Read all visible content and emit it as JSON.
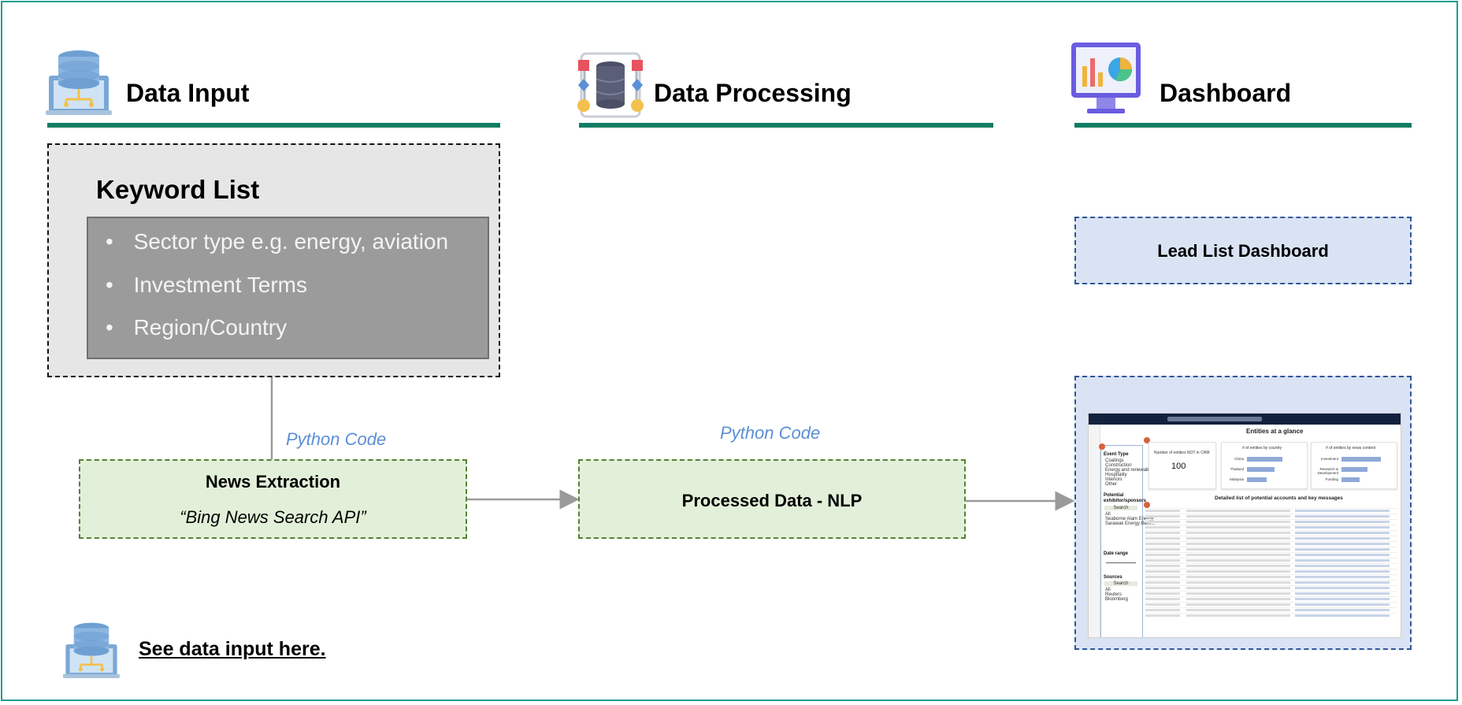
{
  "sections": {
    "input": {
      "title": "Data Input",
      "icon": "database-laptop-icon"
    },
    "processing": {
      "title": "Data Processing",
      "icon": "database-pipeline-icon"
    },
    "dashboard": {
      "title": "Dashboard",
      "icon": "monitor-chart-icon"
    }
  },
  "keyword_list": {
    "title": "Keyword List",
    "items": [
      "Sector type e.g. energy, aviation",
      "Investment Terms",
      "Region/Country"
    ]
  },
  "news_extraction": {
    "code_label": "Python Code",
    "title": "News Extraction",
    "subtitle": "“Bing News Search API”"
  },
  "processed": {
    "code_label": "Python Code",
    "title": "Processed Data - NLP"
  },
  "lead_list": {
    "title": "Lead List Dashboard"
  },
  "dashboard_preview": {
    "heading": "Entities at a glance",
    "kpi_label": "Number of entities NOT in CRM",
    "kpi_value": "100",
    "country_chart_title": "# of entities by country",
    "country_categories": [
      "China",
      "Thailand",
      "Malaysia"
    ],
    "country_values": [
      0.9,
      0.7,
      0.5
    ],
    "content_chart_title": "# of entities by news content",
    "content_categories": [
      "Investment",
      "Research & Development",
      "Funding"
    ],
    "content_values": [
      1.0,
      0.65,
      0.45
    ],
    "table_title": "Detailed list of potential accounts and key messages",
    "filter_event_label": "Event Type",
    "filter_events": [
      "Coatings",
      "Construction",
      "Energy and renewables",
      "Hospitality",
      "Interiors",
      "Other"
    ],
    "filter_partner_label": "Potential exhibitor/sponsors",
    "filter_partners": [
      "All",
      "Seaborne Alam Energy",
      "Sarawak Energy Berh..."
    ],
    "filter_date_label": "Date range",
    "filter_sources_label": "Sources",
    "filter_sources": [
      "All",
      "Reuters",
      "Bloomberg"
    ],
    "search_placeholder": "Search"
  },
  "see_data": {
    "label": "See data input here.",
    "icon": "database-laptop-icon"
  },
  "colors": {
    "accent_rule": "#0f7d63",
    "frame": "#1f9e8f",
    "green_fill": "#e2f0d9",
    "blue_fill": "#dae3f3",
    "python_label": "#5b8fd6"
  }
}
